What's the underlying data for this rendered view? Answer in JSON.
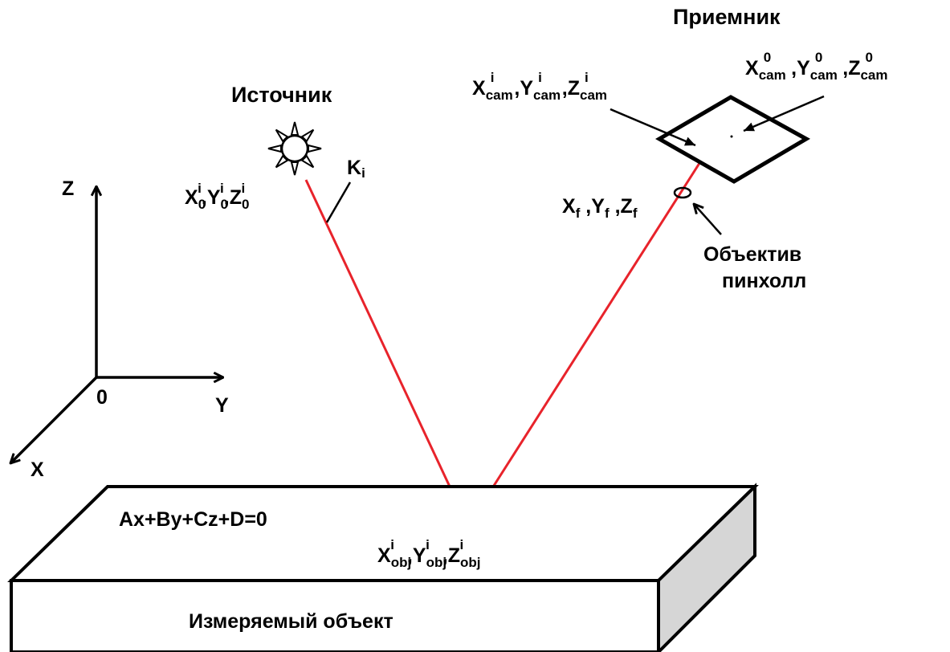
{
  "labels": {
    "receiver": "Приемник",
    "source": "Источник",
    "ray_label": "K",
    "ray_label_sub": "i",
    "lens_line1": "Объектив",
    "lens_line2": "пинхолл",
    "plane_equation": "Ax+By+Cz+D=0",
    "measured_object": "Измеряемый объект"
  },
  "axes": {
    "z": "Z",
    "y": "Y",
    "x": "X",
    "origin": "0"
  },
  "coords": {
    "source": {
      "x": "X",
      "y": "Y",
      "z": "Z",
      "sub": "0",
      "sup": "i",
      "sep": ","
    },
    "cam_i": {
      "x": "X",
      "y": "Y",
      "z": "Z",
      "sub": "cam",
      "sup": "i",
      "sep": " ,"
    },
    "cam_0": {
      "x": "X",
      "y": "Y",
      "z": "Z",
      "sub": "cam",
      "sup": "0",
      "sep": " ,"
    },
    "focus": {
      "x": "X",
      "y": "Y",
      "z": "Z",
      "sub": "f",
      "sep": " ,"
    },
    "object": {
      "x": "X",
      "y": "Y",
      "z": "Z",
      "sub": "obj",
      "sup": "i",
      "sep": ","
    }
  },
  "colors": {
    "ray": "#e8232b",
    "stroke": "#000000",
    "box_side": "#d6d6d6",
    "background": "#ffffff"
  }
}
